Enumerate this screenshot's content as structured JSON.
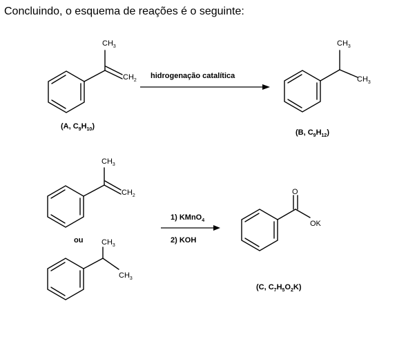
{
  "heading": "Concluindo, o esquema de reações é o seguinte:",
  "reaction1": {
    "reagent": "hidrogenação catalítica",
    "compound_a": {
      "label_pre": "(A, C",
      "n1": "9",
      "mid": "H",
      "n2": "10",
      "post": ")",
      "ch3": "CH",
      "ch3_sub": "3",
      "ch2": "CH",
      "ch2_sub": "2"
    },
    "compound_b": {
      "label_pre": "(B, C",
      "n1": "9",
      "mid": "H",
      "n2": "12",
      "post": ")",
      "ch3_top": "CH",
      "ch3_top_sub": "3",
      "ch3_right": "CH",
      "ch3_right_sub": "3"
    }
  },
  "reaction2": {
    "step1_pre": "1) KMnO",
    "step1_sub": "4",
    "step2": "2) KOH",
    "or_label": "ou",
    "reactant_alkene": {
      "ch3": "CH",
      "ch3_sub": "3",
      "ch2": "CH",
      "ch2_sub": "2"
    },
    "reactant_alkane": {
      "ch3_top": "CH",
      "ch3_top_sub": "3",
      "ch3_right": "CH",
      "ch3_right_sub": "3"
    },
    "compound_c": {
      "oxygen": "O",
      "ok": "OK",
      "label_pre": "(C, C",
      "n1": "7",
      "mid": "H",
      "n2": "5",
      "mid2": "O",
      "n3": "2",
      "post": "K)"
    }
  }
}
